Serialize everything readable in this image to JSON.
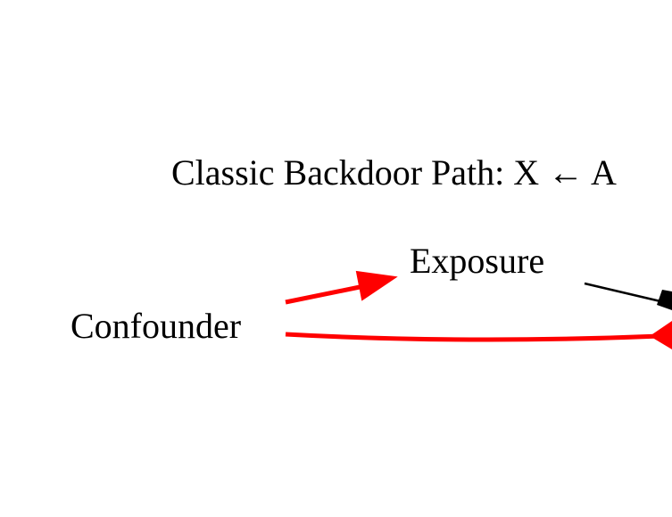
{
  "diagram": {
    "title": "Classic Backdoor Path: X ← A",
    "nodes": {
      "exposure": "Exposure",
      "confounder": "Confounder"
    },
    "edges": [
      {
        "from": "confounder",
        "to": "exposure",
        "color": "#ff0000"
      },
      {
        "from": "confounder",
        "to": "outcome-offscreen",
        "color": "#ff0000"
      },
      {
        "from": "exposure",
        "to": "outcome-offscreen",
        "color": "#000000"
      }
    ]
  }
}
